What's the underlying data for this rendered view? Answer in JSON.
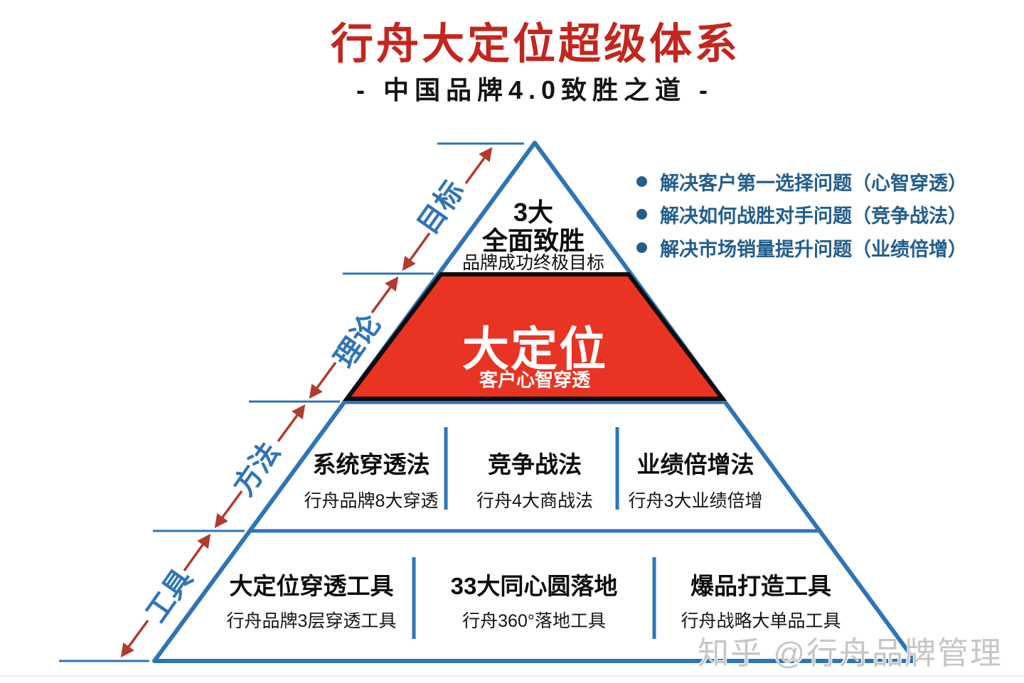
{
  "header": {
    "title": "行舟大定位超级体系",
    "subtitle": "- 中国品牌4.0致胜之道 -"
  },
  "bullets": [
    "解决客户第一选择问题（心智穿透）",
    "解决如何战胜对手问题（竞争战法）",
    "解决市场销量提升问题（业绩倍增）"
  ],
  "side_labels": {
    "goal": "目标",
    "theory": "理论",
    "method": "方法",
    "tool": "工具"
  },
  "pyramid": {
    "top": {
      "line1": "3大",
      "line2": "全面致胜",
      "caption": "品牌成功终极目标"
    },
    "core": {
      "title": "大定位",
      "caption": "客户心智穿透"
    },
    "methods": [
      {
        "title": "系统穿透法",
        "caption": "行舟品牌8大穿透"
      },
      {
        "title": "竞争战法",
        "caption": "行舟4大商战法"
      },
      {
        "title": "业绩倍增法",
        "caption": "行舟3大业绩倍增"
      }
    ],
    "tools": [
      {
        "title": "大定位穿透工具",
        "caption": "行舟品牌3层穿透工具"
      },
      {
        "title": "33大同心圆落地",
        "caption": "行舟360°落地工具"
      },
      {
        "title": "爆品打造工具",
        "caption": "行舟战略大单品工具"
      }
    ]
  },
  "watermark": "知乎 @行舟品牌管理",
  "colors": {
    "title_red": "#C3261D",
    "pyramid_blue": "#2E75B6",
    "core_red": "#E93323",
    "arrow_red": "#B23A2E",
    "bullet_blue": "#235E8C"
  }
}
